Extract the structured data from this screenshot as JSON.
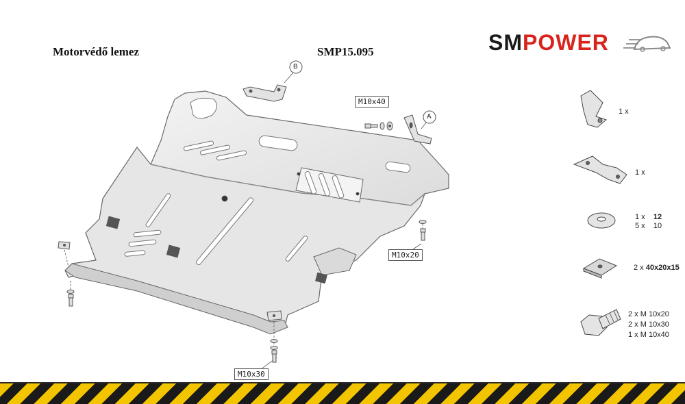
{
  "header": {
    "title_left": "Motorvédő lemez",
    "title_right": "SMP15.095"
  },
  "logo": {
    "part1": "SM",
    "part2": "POWER",
    "colors": {
      "dark": "#1a1a1a",
      "red": "#d8241c"
    }
  },
  "callouts": {
    "bolt_top": "M10x40",
    "bolt_right": "M10x20",
    "bolt_bottom": "M10x30",
    "detail_a": "A",
    "detail_b": "B"
  },
  "parts_list": [
    {
      "qty": "1 x",
      "label": "",
      "icon": "bracket-b-icon"
    },
    {
      "qty": "1 x",
      "label": "",
      "icon": "bracket-a-icon"
    },
    {
      "qty": "1 x",
      "size": "12",
      "qty2": "5 x",
      "size2": "10",
      "icon": "washer-icon"
    },
    {
      "qty": "2 x",
      "label": "40x20x15",
      "icon": "plate-icon"
    },
    {
      "lines": [
        "2 x   M 10x20",
        "2 x   M 10x30",
        "1 x   M 10x40"
      ],
      "icon": "bolt-icon"
    }
  ],
  "decor": {
    "stripe_colors": [
      "#f2c500",
      "#1a1a1a"
    ]
  }
}
